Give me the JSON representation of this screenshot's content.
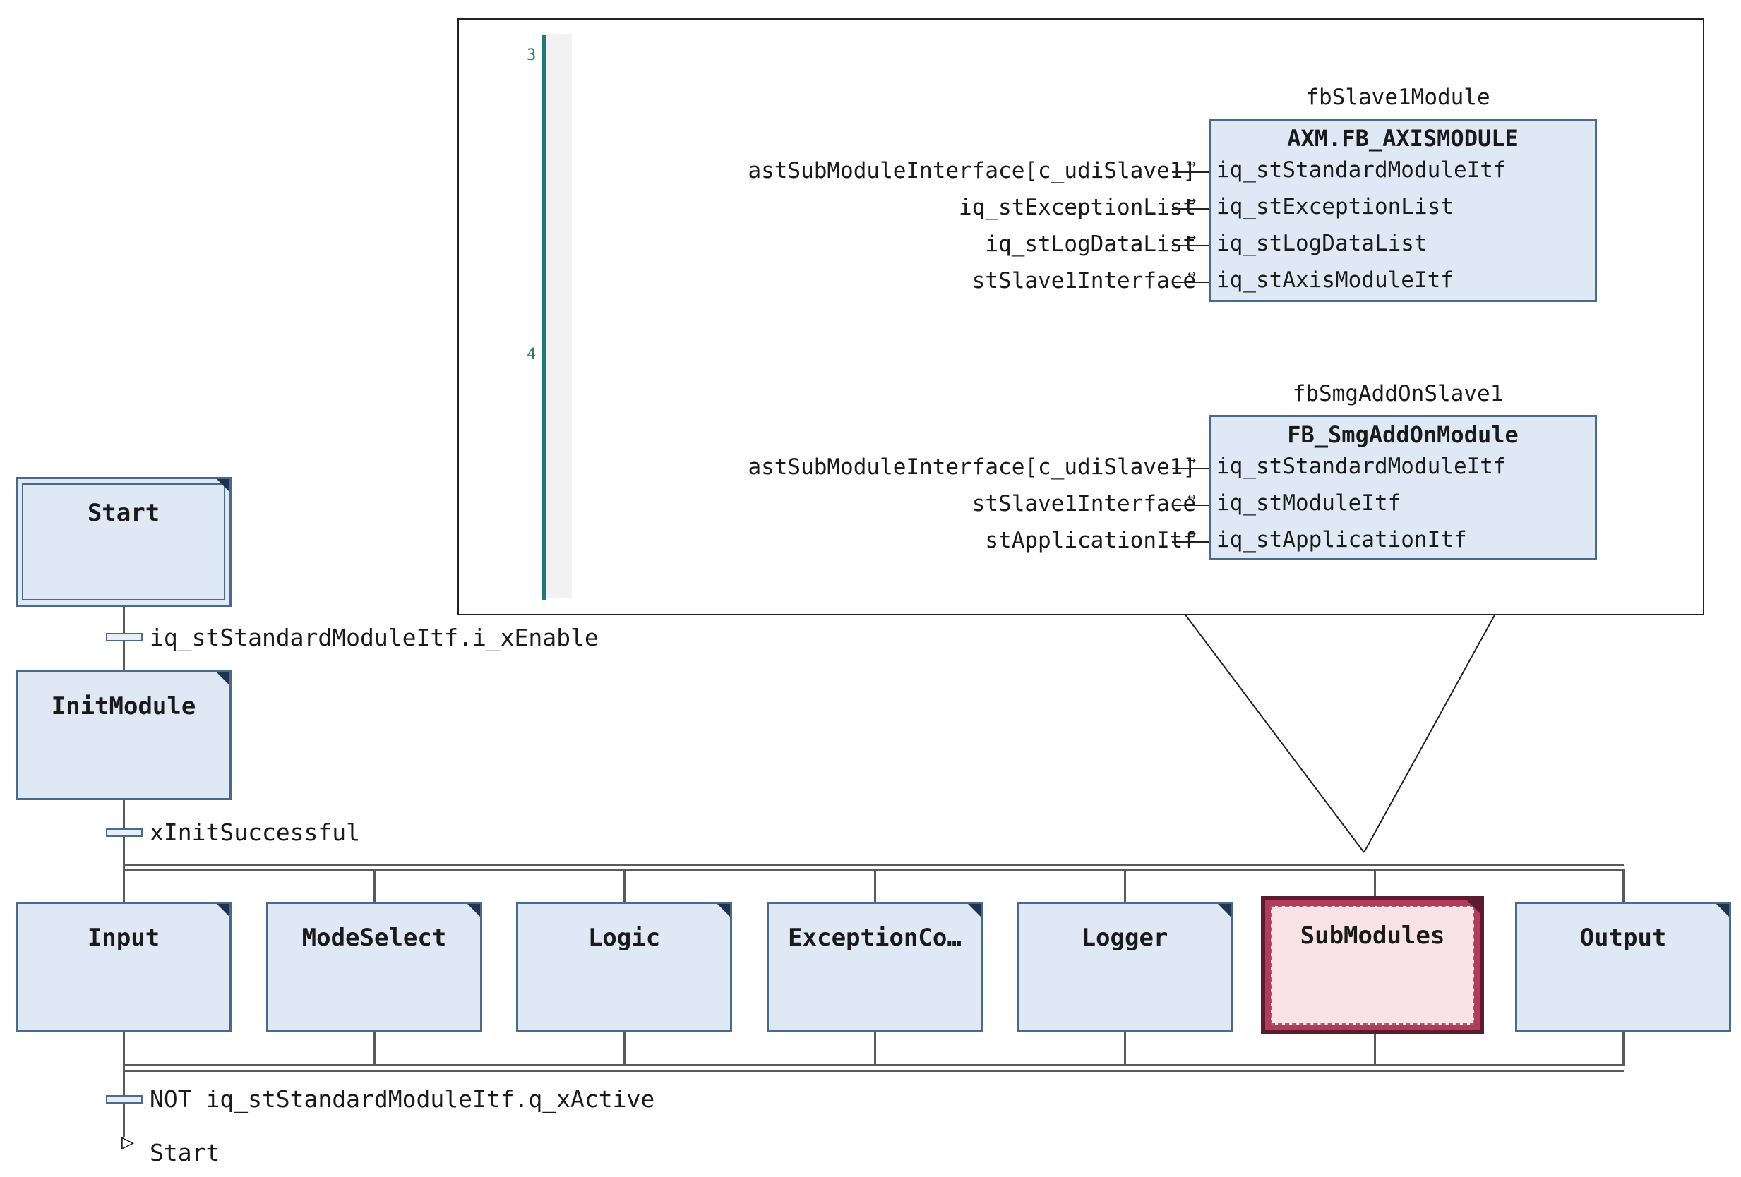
{
  "steps": {
    "start": "Start",
    "init_module": "InitModule",
    "input": "Input",
    "mode_select": "ModeSelect",
    "logic": "Logic",
    "exception": "ExceptionCo…",
    "logger": "Logger",
    "submodules": "SubModules",
    "output": "Output"
  },
  "transitions": {
    "t1": "iq_stStandardModuleItf.i_xEnable",
    "t2": "xInitSuccessful",
    "t3": "NOT iq_stStandardModuleItf.q_xActive"
  },
  "jump_target": "Start",
  "callout": {
    "rung_numbers": [
      "3",
      "4"
    ],
    "fb1": {
      "instance": "fbSlave1Module",
      "type": "AXM.FB_AXISMODULE",
      "pins": [
        "iq_stStandardModuleItf",
        "iq_stExceptionList",
        "iq_stLogDataList",
        "iq_stAxisModuleItf"
      ],
      "vars": [
        "astSubModuleInterface[c_udiSlave1]",
        "iq_stExceptionList",
        "iq_stLogDataList",
        "stSlave1Interface"
      ]
    },
    "fb2": {
      "instance": "fbSmgAddOnSlave1",
      "type": "FB_SmgAddOnModule",
      "pins": [
        "iq_stStandardModuleItf",
        "iq_stModuleItf",
        "iq_stApplicationItf"
      ],
      "vars": [
        "astSubModuleInterface[c_udiSlave1]",
        "stSlave1Interface",
        "stApplicationItf"
      ]
    }
  },
  "colors": {
    "step_fill": "#dfe8f5",
    "step_border": "#4a6a8a",
    "selected_border": "#5a1c30",
    "selected_fill": "#f7e2e6"
  }
}
